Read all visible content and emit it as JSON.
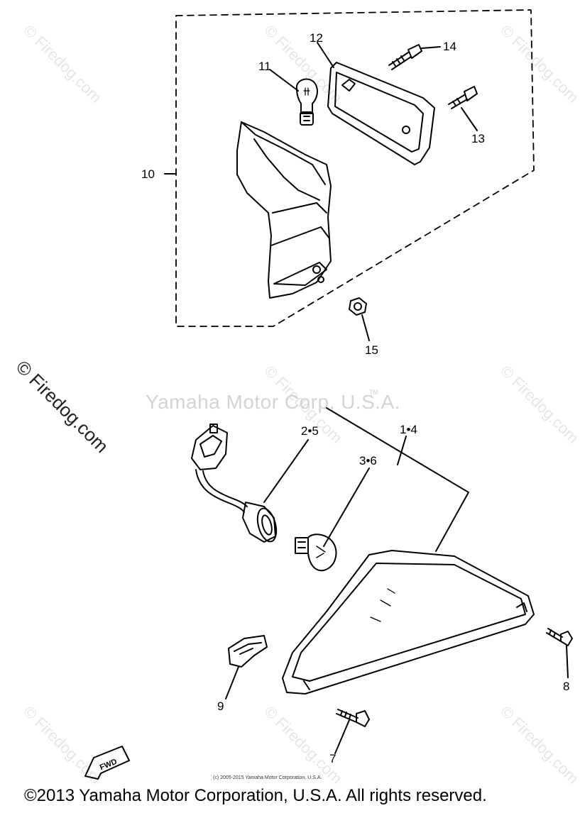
{
  "watermarks": {
    "center": "Yamaha Motor Corp, U.S.A.",
    "tm": "TM",
    "side": "© Firedog.com",
    "repeat": "© Firedog.com"
  },
  "labels": {
    "p1_4": "1•4",
    "p2_5": "2•5",
    "p3_6": "3•6",
    "p7": "7",
    "p8": "8",
    "p9": "9",
    "p10": "10",
    "p11": "11",
    "p12": "12",
    "p13": "13",
    "p14": "14",
    "p15": "15"
  },
  "fwd_tag": "FWD",
  "footer": {
    "small": "(c) 2005-2015 Yamaha Motor Corporation, U.S.A.",
    "copyright": "©2013 Yamaha Motor Corporation, U.S.A. All rights reserved."
  }
}
